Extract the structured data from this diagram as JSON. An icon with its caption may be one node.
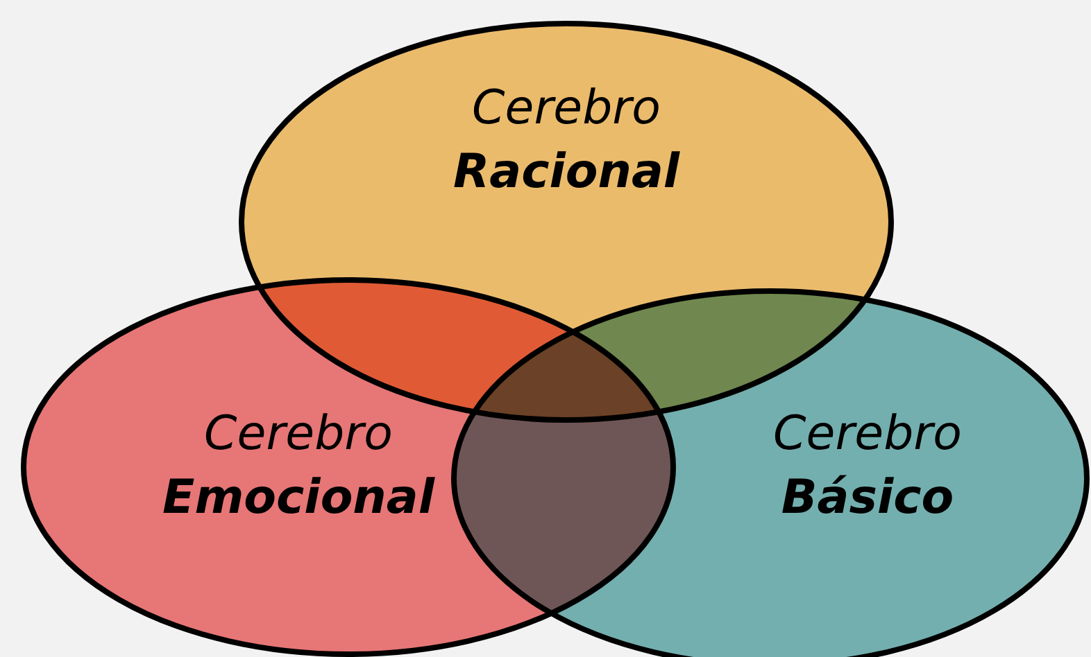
{
  "diagram": {
    "nodes": [
      {
        "text": [
          "Cerebro **Racional**"
        ]
      },
      {
        "text": [
          "Cerebro **Emocional**"
        ]
      },
      {
        "text": [
          "Cerebro **Básico**"
        ]
      }
    ]
  }
}
